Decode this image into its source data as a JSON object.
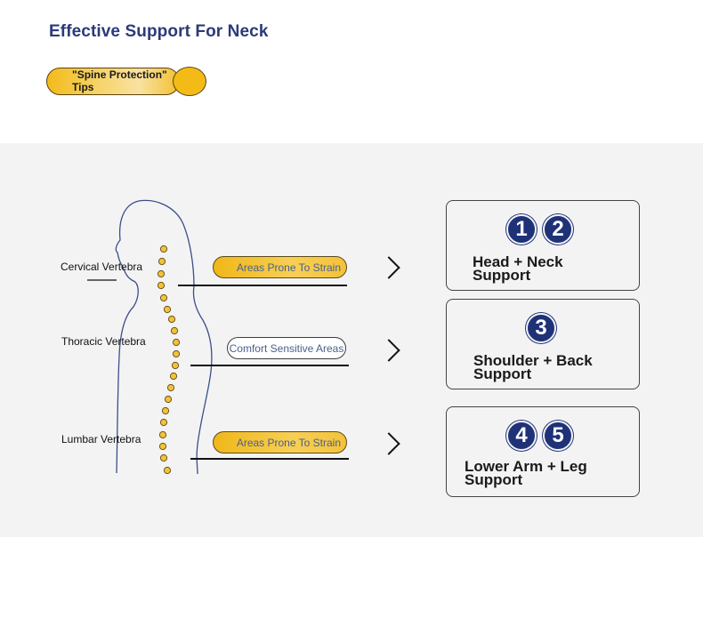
{
  "header": {
    "title": "Effective Support For Neck",
    "tips_label": "\"Spine Protection\" Tips"
  },
  "spine_labels": {
    "cervical": "Cervical Vertebra",
    "thoracic": "Thoracic Vertebra",
    "lumbar": "Lumbar Vertebra"
  },
  "pills": {
    "cervical": "Areas Prone To Strain",
    "thoracic": "Comfort Sensitive Areas",
    "lumbar": "Areas Prone To Strain"
  },
  "cards": {
    "head_neck": {
      "badges": [
        "1",
        "2"
      ],
      "label": "Head + Neck Support"
    },
    "shoulder_back": {
      "badges": [
        "3"
      ],
      "label": "Shoulder + Back Support"
    },
    "arm_leg": {
      "badges": [
        "4",
        "5"
      ],
      "label": "Lower Arm + Leg Support"
    }
  },
  "colors": {
    "title": "#2d3a78",
    "badge": "#1f3278",
    "pill_yellow": "#f0b719",
    "panel": "#f4f3f4",
    "vertebra": "#f2c335"
  }
}
